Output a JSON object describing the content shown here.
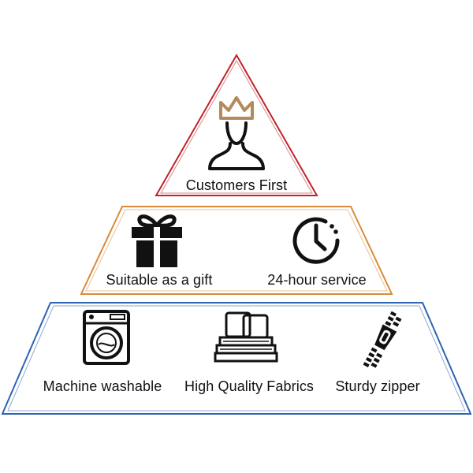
{
  "colors": {
    "top_outline": "#c0232a",
    "middle_outline": "#d98a3a",
    "bottom_outline": "#2e64b2",
    "crown": "#b48a5a",
    "icon": "#111111"
  },
  "tiers": {
    "top": {
      "label": "Customers First",
      "icons": [
        "crown-person-icon"
      ]
    },
    "middle": {
      "items": [
        {
          "label": "Suitable as a gift",
          "icon": "gift-box-icon"
        },
        {
          "label": "24-hour service",
          "icon": "clock-icon"
        }
      ]
    },
    "bottom": {
      "items": [
        {
          "label": "Machine washable",
          "icon": "washing-machine-icon"
        },
        {
          "label": "High Quality Fabrics",
          "icon": "fabric-stack-icon"
        },
        {
          "label": "Sturdy zipper",
          "icon": "zipper-icon"
        }
      ]
    }
  }
}
